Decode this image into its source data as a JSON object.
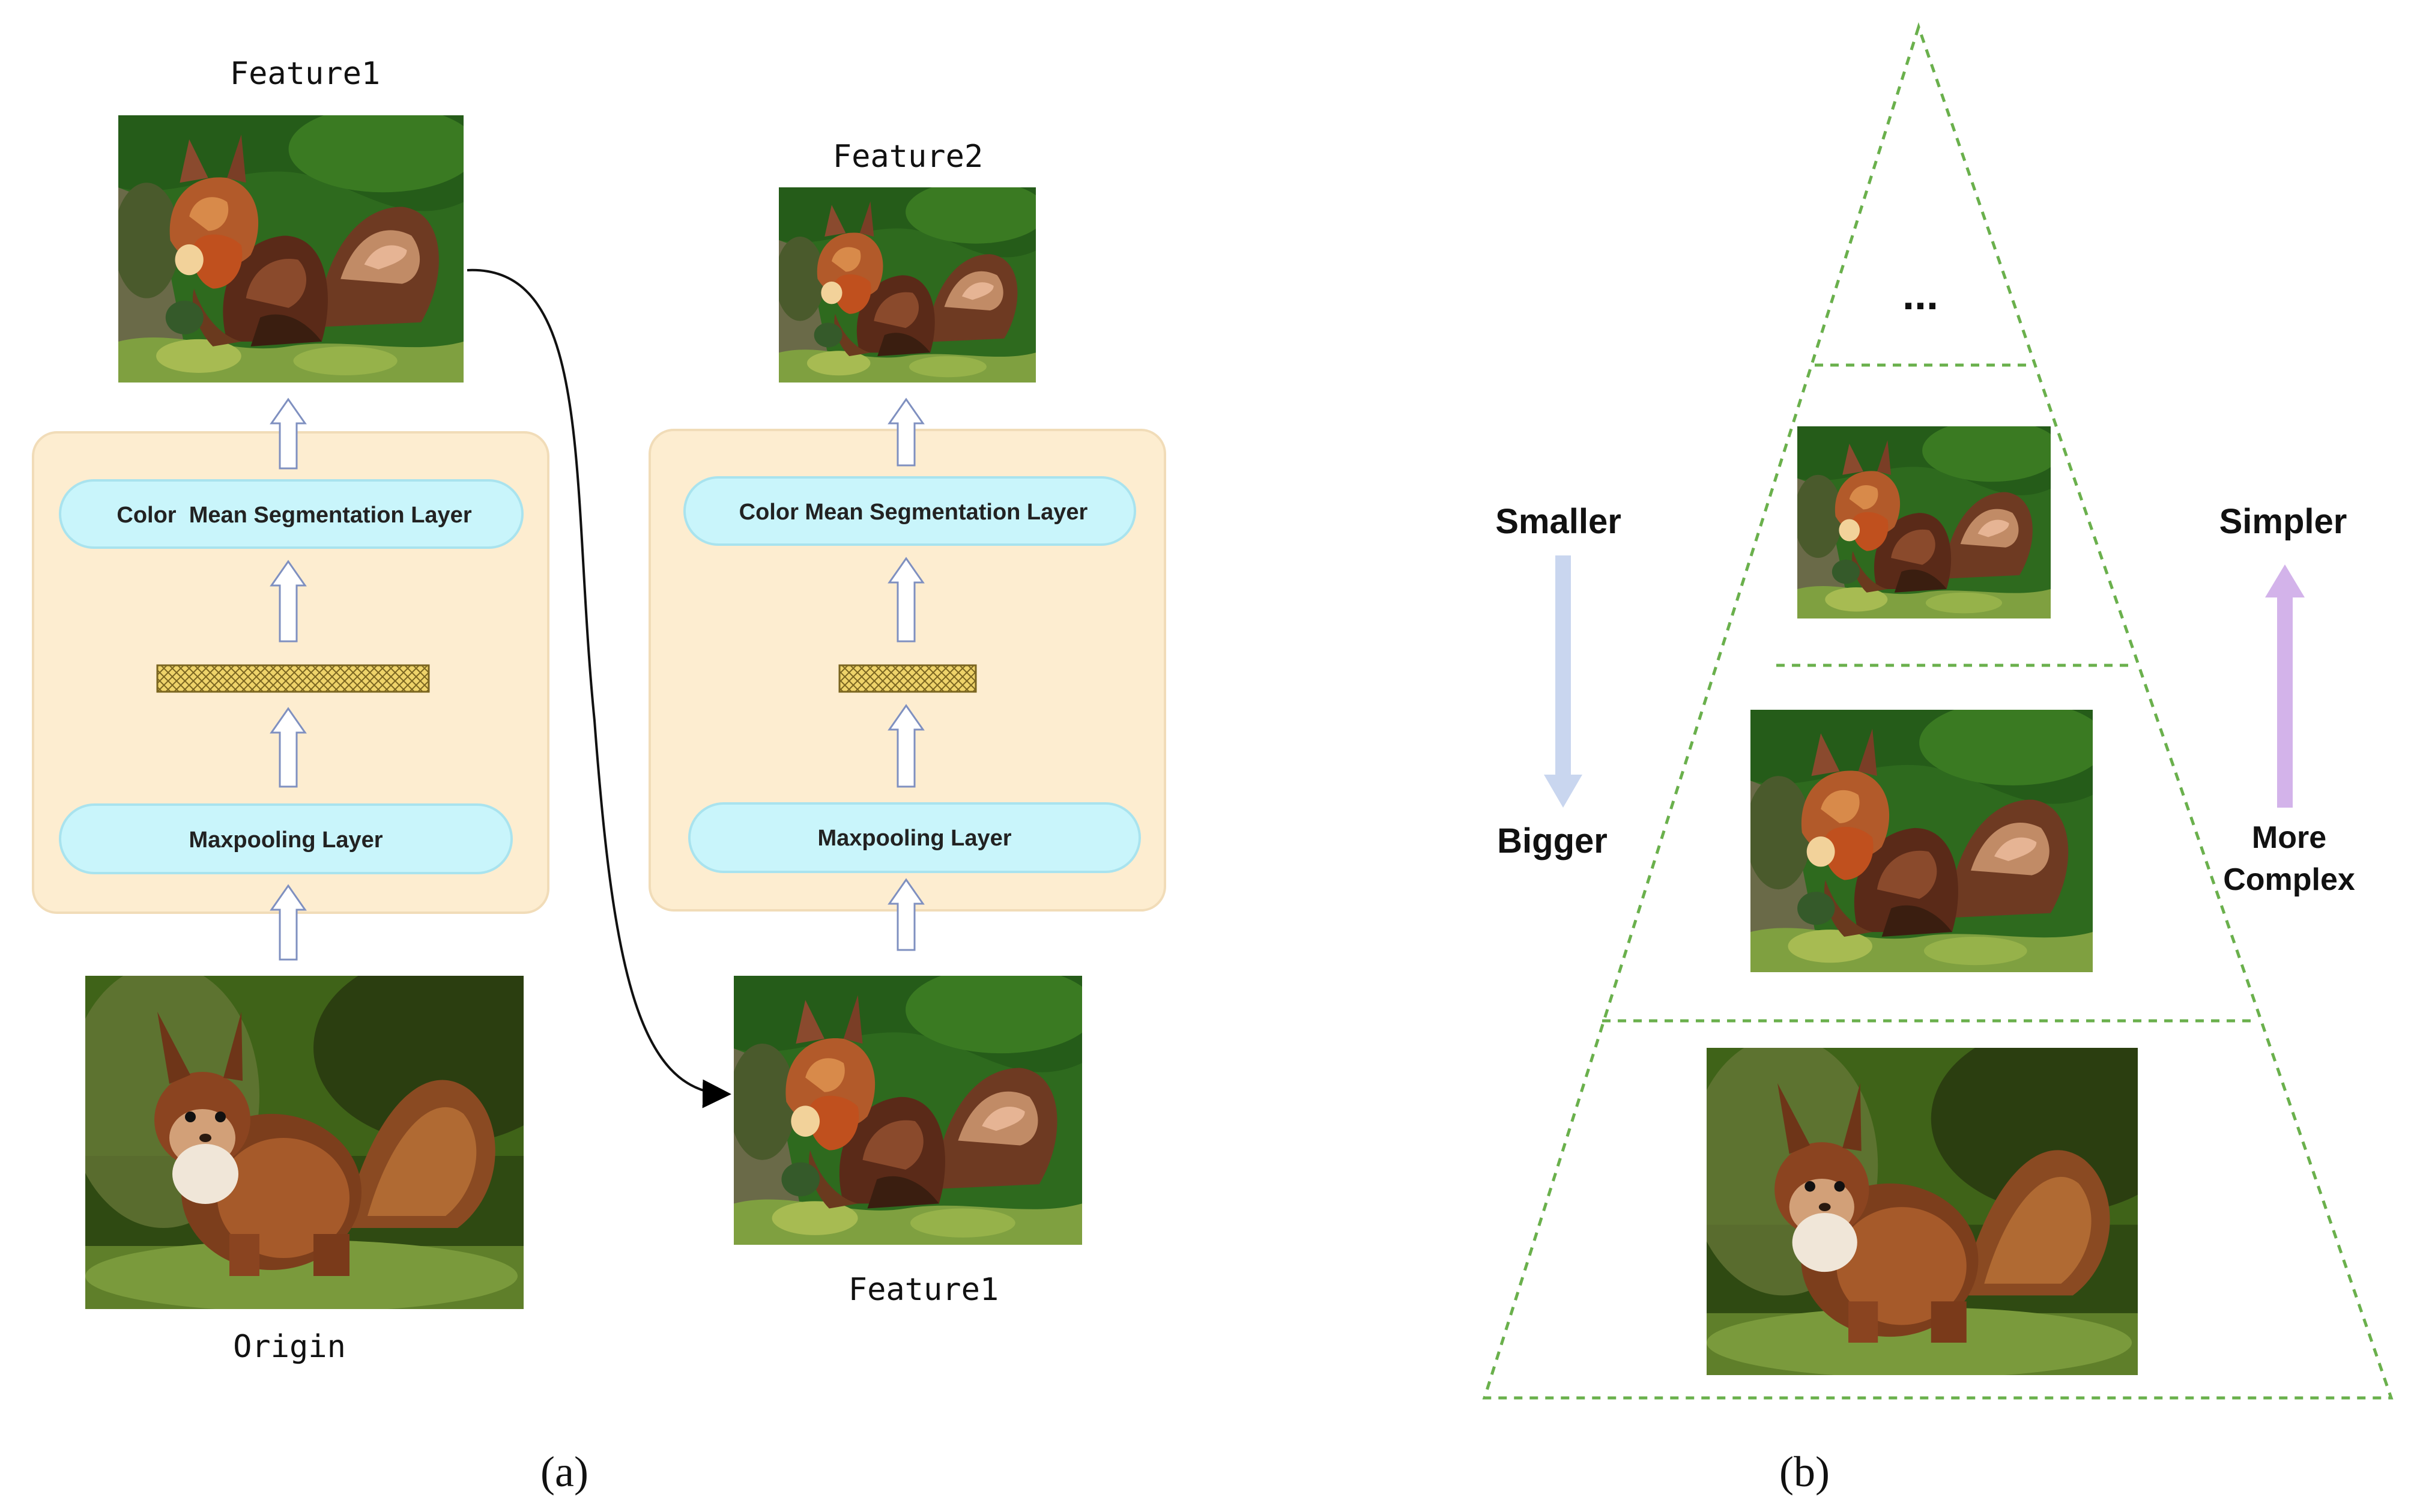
{
  "panel_a": {
    "caption": "(a)",
    "left_column": {
      "top_label": "Feature1",
      "bottom_label": "Origin",
      "seg_layer": "Color  Mean Segmentation Layer",
      "pool_layer": "Maxpooling Layer"
    },
    "right_column": {
      "top_label": "Feature2",
      "bottom_label": "Feature1",
      "seg_layer": "Color Mean Segmentation Layer",
      "pool_layer": "Maxpooling Layer"
    }
  },
  "panel_b": {
    "caption": "(b)",
    "top_level": "...",
    "left_top": "Smaller",
    "left_bottom": "Bigger",
    "right_top": "Simpler",
    "right_bottom_line1": "More",
    "right_bottom_line2": "Complex"
  },
  "colors": {
    "block_fill": "#fdedd0",
    "block_stroke": "#f1dcb8",
    "pill_fill": "#c9f5fb",
    "pill_stroke": "#a9e3ee",
    "hatch": "#e7c84a",
    "pyramid_dash": "#6ab04c",
    "arrow_down": "#c9d6ef",
    "arrow_up": "#d3b3ea"
  }
}
